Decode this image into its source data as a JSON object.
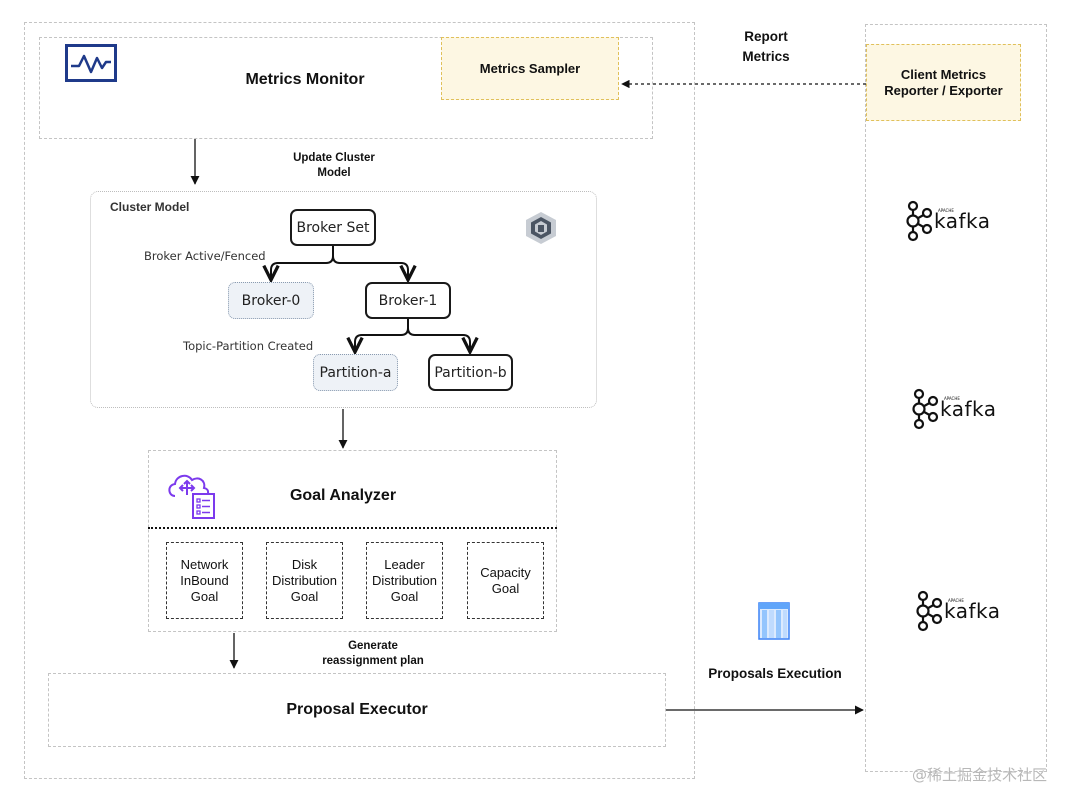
{
  "metrics_monitor": {
    "title": "Metrics Monitor",
    "sampler": "Metrics Sampler"
  },
  "update_label": "Update Cluster\nModel",
  "cluster_model": {
    "title": "Cluster Model",
    "broker_set": "Broker Set",
    "broker_active_label": "Broker Active/Fenced",
    "broker0": "Broker-0",
    "broker1": "Broker-1",
    "topic_partition_label": "Topic-Partition Created",
    "partition_a": "Partition-a",
    "partition_b": "Partition-b"
  },
  "goal_analyzer": {
    "title": "Goal Analyzer",
    "goals": [
      "Network\nInBound\nGoal",
      "Disk\nDistribution\nGoal",
      "Leader\nDistribution\nGoal",
      "Capacity\nGoal"
    ]
  },
  "generate_label": "Generate\nreassignment plan",
  "proposal_executor": "Proposal Executor",
  "report_metrics": "Report\nMetrics",
  "client_metrics": "Client Metrics\nReporter / Exporter",
  "proposals_execution": "Proposals Execution",
  "kafka": {
    "apache": "APACHE",
    "word": "kafka"
  },
  "watermark": "@稀土掘金技术社区"
}
